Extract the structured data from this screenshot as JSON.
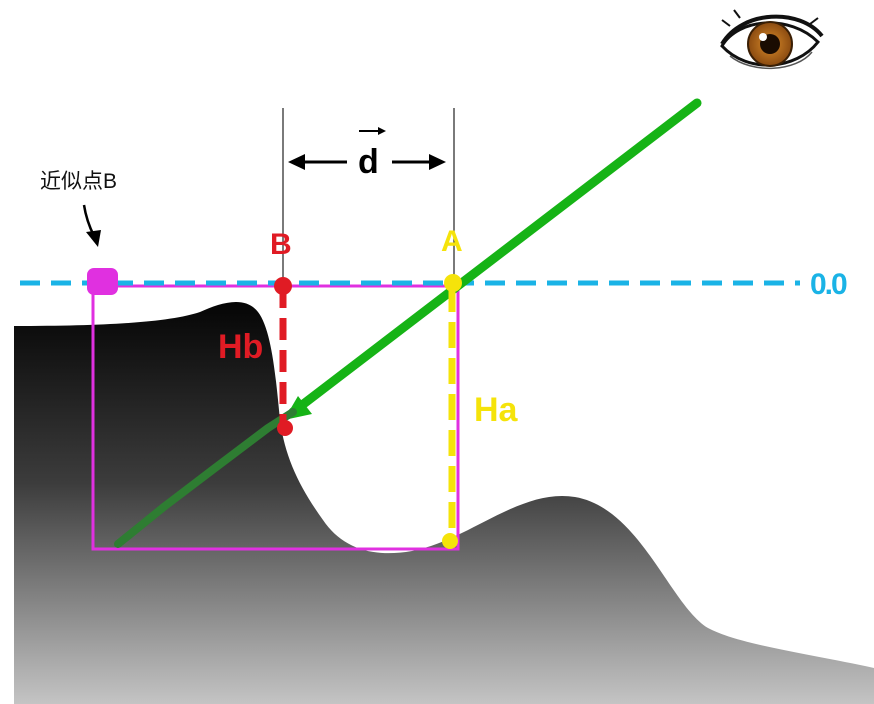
{
  "labels": {
    "approx_point": "近似点B",
    "d": "d",
    "point_b": "B",
    "point_a": "A",
    "zero_level": "0.0",
    "hb": "Hb",
    "ha": "Ha"
  },
  "colors": {
    "zero_line": "#1ab3e6",
    "ray": "#16b316",
    "ray_under": "#2e7d32",
    "b_marker": "#e01b24",
    "a_marker": "#f5e30a",
    "approx_box": "#e030e0",
    "surface_top": "#0a0a0a",
    "surface_bottom": "#c0c0c0"
  },
  "icons": {
    "viewer": "eye-icon"
  }
}
